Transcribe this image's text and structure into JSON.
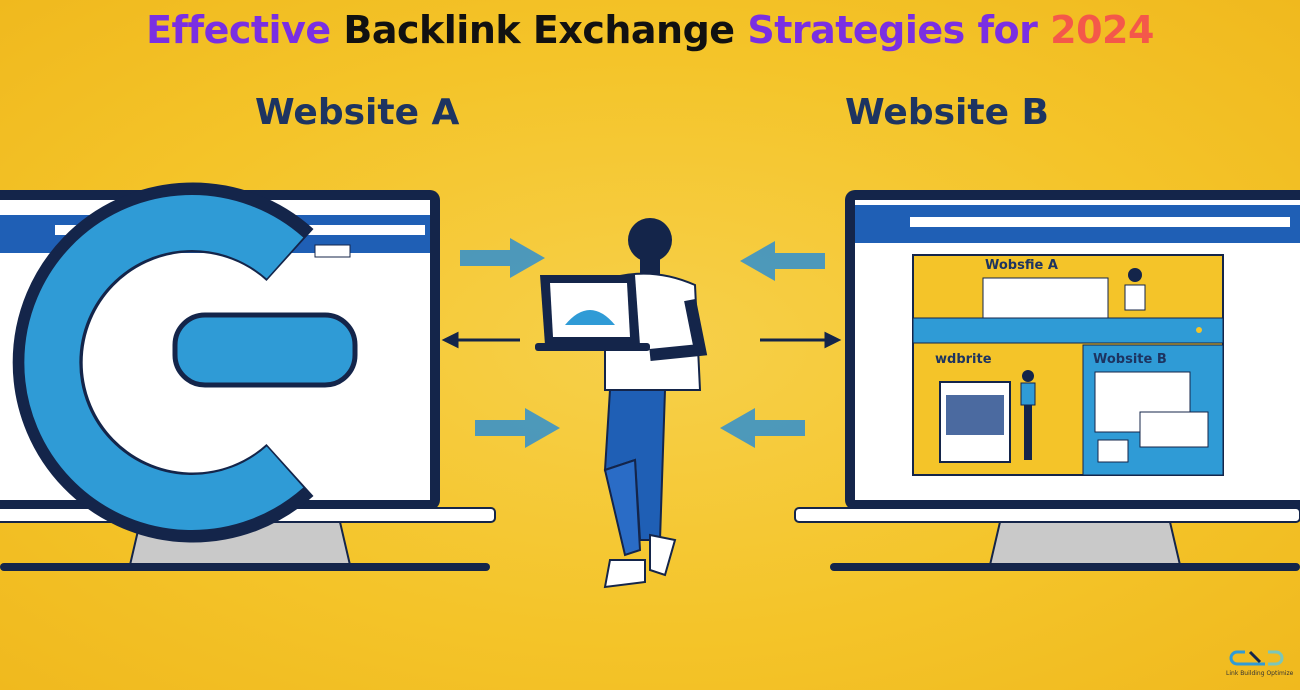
{
  "title": {
    "part1": "Effective",
    "part2": "Backlink Exchange",
    "part3": "Strategies for",
    "part4": "2024"
  },
  "labels": {
    "left": "Website A",
    "right": "Website B"
  },
  "inner_screen": {
    "top_label": "Wobsfie A",
    "left_label": "wdbrite",
    "right_label": "Wobsite B"
  },
  "logo": {
    "text": "Link Building Optimize"
  },
  "colors": {
    "background": "#f4c429",
    "purple": "#7a2fe2",
    "accent": "#f4584a",
    "navy": "#1d3461",
    "blue": "#2f9bd6"
  }
}
